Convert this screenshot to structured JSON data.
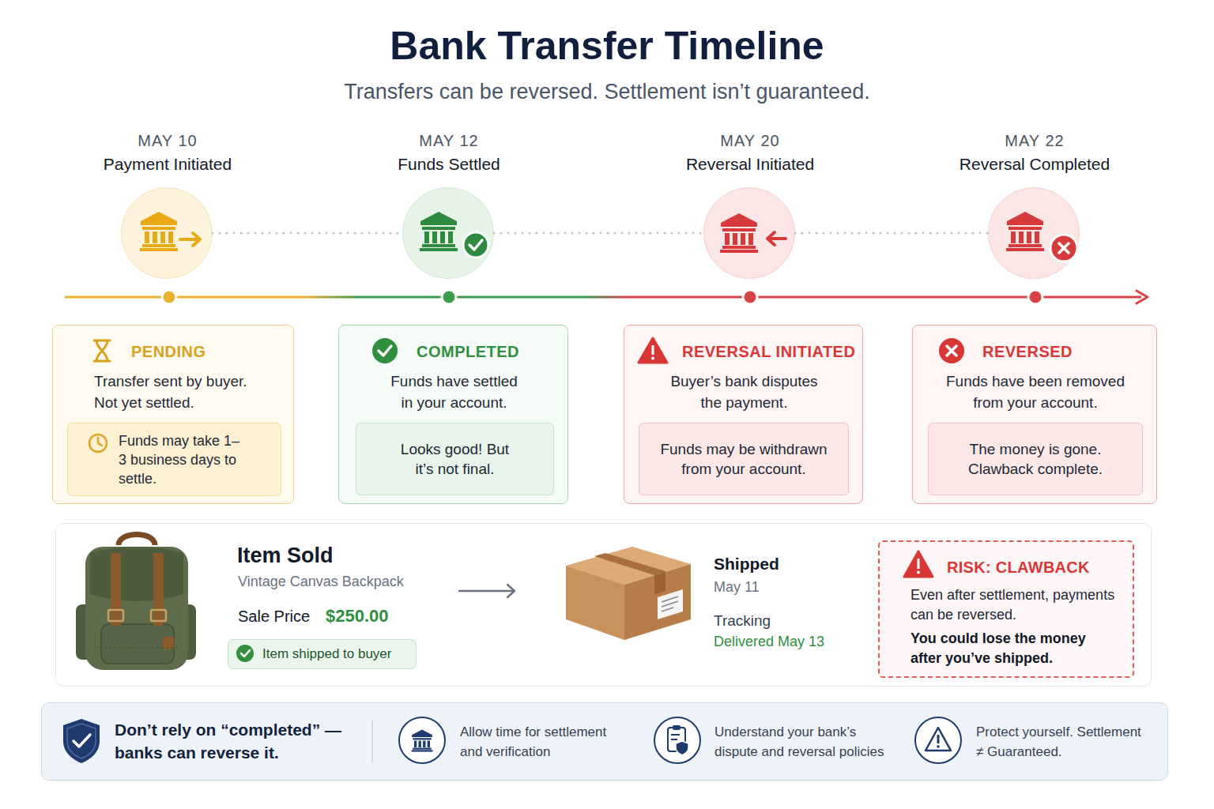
{
  "diagram": {
    "title": "Bank Transfer Timeline",
    "nodes": [
      {
        "text": [
          "MAY 10",
          "Payment Initiated"
        ]
      },
      {
        "text": [
          "MAY 12",
          "Funds Settled"
        ]
      },
      {
        "text": [
          "MAY 20",
          "Reversal Initiated"
        ]
      },
      {
        "text": [
          "MAY 22",
          "Reversal Completed"
        ]
      },
      {
        "text": [
          "PENDING",
          "Transfer sent by buyer. Not yet settled."
        ]
      },
      {
        "text": [
          "Funds may take 1–3 business days to settle."
        ],
        "in": 4
      },
      {
        "text": [
          "COMPLETED",
          "Funds have settled in your account."
        ]
      },
      {
        "text": [
          "Looks good! But it’s not final."
        ],
        "in": 6
      },
      {
        "text": [
          "REVERSAL INITIATED",
          "Buyer’s bank disputes the payment."
        ]
      },
      {
        "text": [
          "Funds may be withdrawn from your account."
        ],
        "in": 8
      },
      {
        "text": [
          "REVERSED",
          "Funds have been removed from your account."
        ]
      },
      {
        "text": [
          "The money is gone. Clawback complete."
        ],
        "in": 10
      },
      {
        "text": [
          "Item Sold",
          "Vintage Canvas Backpack",
          "Sale Price",
          "$250.00",
          "Shipped",
          "May 11",
          "Tracking",
          "Delivered May 13"
        ]
      },
      {
        "text": [
          "Item shipped to buyer"
        ],
        "in": 12
      },
      {
        "text": [
          "RISK: CLAWBACK",
          "Even after settlement, payments can be reversed.",
          "You could lose the money after you’ve shipped."
        ],
        "in": 12
      },
      {
        "text": [
          "Don’t rely on “completed” — banks can reverse it.",
          "Allow time for settlement and verification",
          "Understand your bank’s dispute and reversal policies",
          "Protect yourself. Settlement ≠ Guaranteed."
        ]
      }
    ],
    "edges": [
      {
        "from": 0,
        "to": 1,
        "arrow": "none"
      },
      {
        "from": 1,
        "to": 2,
        "arrow": "none"
      },
      {
        "from": 2,
        "to": 3,
        "arrow": "none"
      }
    ],
    "labels": [
      "Transfers can be reversed. Settlement isn’t guaranteed."
    ]
  }
}
